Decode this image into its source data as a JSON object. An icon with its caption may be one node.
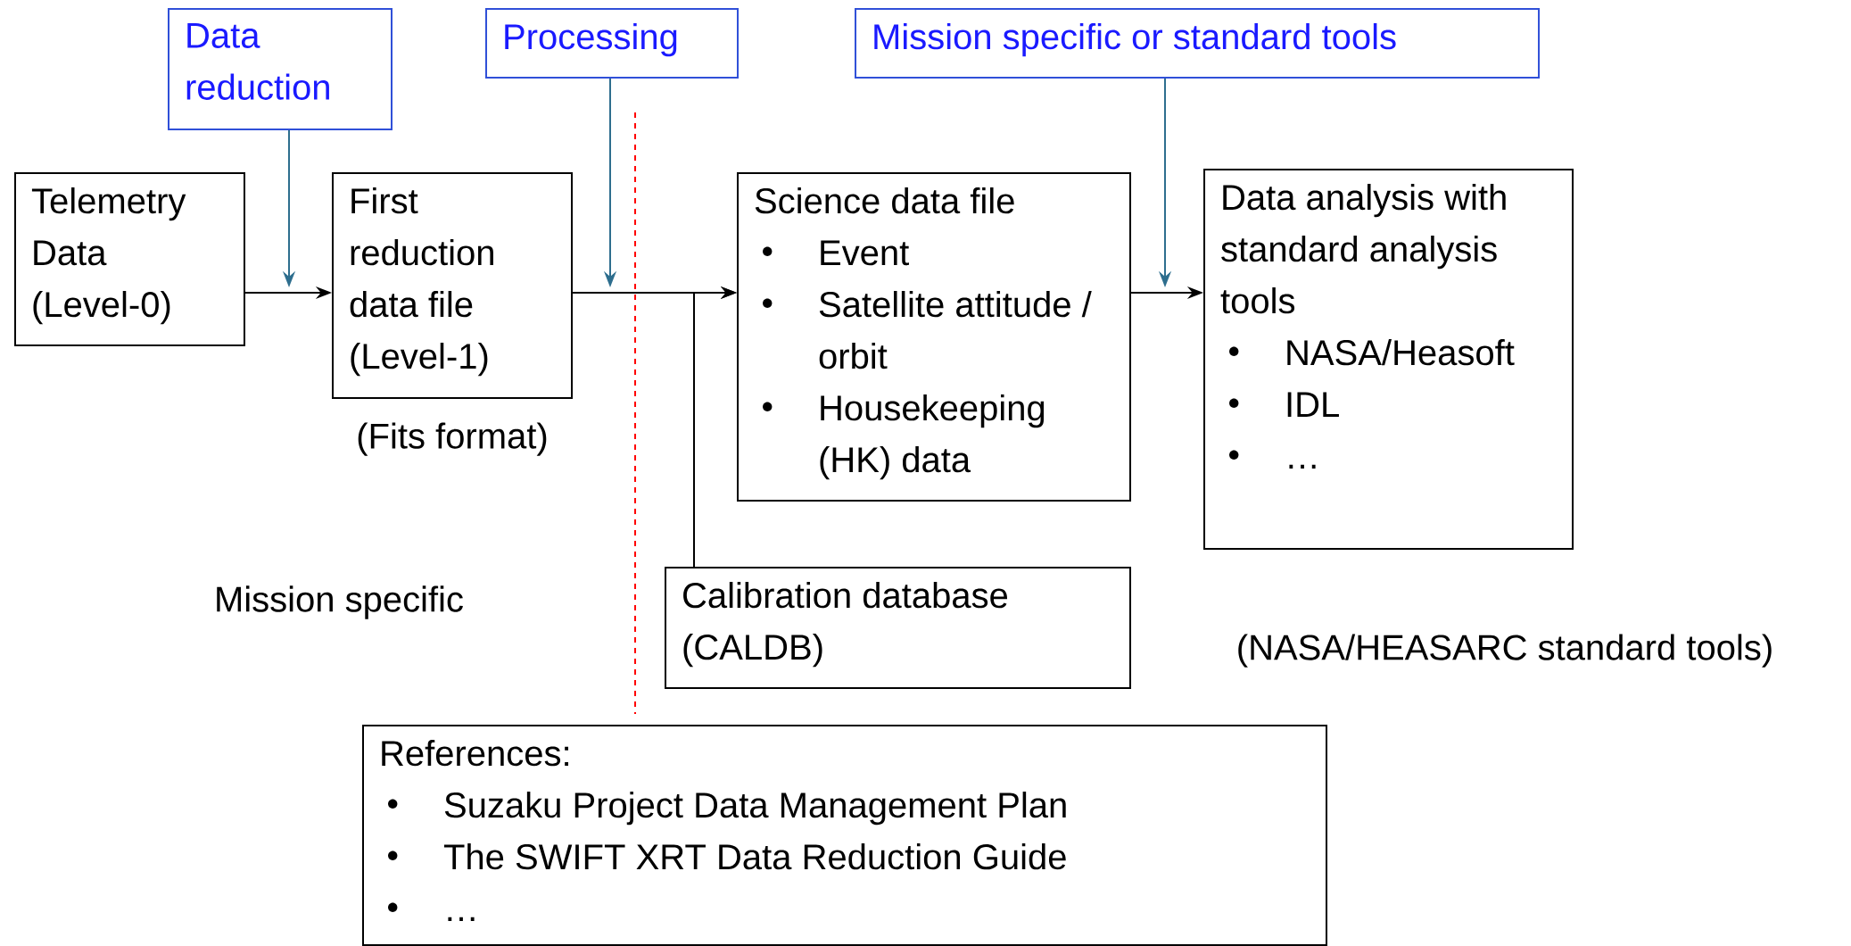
{
  "diagram": {
    "nodes": [
      {
        "text": [
          "Data reduction"
        ]
      },
      {
        "text": [
          "Processing"
        ]
      },
      {
        "text": [
          "Mission specific or standard tools"
        ]
      },
      {
        "text": [
          "Telemetry Data (Level-0)"
        ]
      },
      {
        "text": [
          "First reduction data file (Level-1)"
        ],
        "beside": [
          "(Fits format)"
        ]
      },
      {
        "text": [
          "Science data file",
          "Event",
          "Satellite attitude / orbit",
          "Housekeeping (HK) data"
        ]
      },
      {
        "text": [
          "Data analysis with standard analysis tools",
          "NASA/Heasoft",
          "IDL",
          "…"
        ]
      },
      {
        "text": [
          "Calibration database (CALDB)"
        ]
      },
      {
        "text": [
          "References:",
          "Suzaku Project Data Management Plan",
          "The SWIFT XRT Data Reduction Guide",
          "…"
        ]
      }
    ],
    "edges": [
      {
        "from": 3,
        "to": 4,
        "arrow": "to"
      },
      {
        "from": 4,
        "to": 5,
        "arrow": "to"
      },
      {
        "from": 5,
        "to": 6,
        "arrow": "to"
      },
      {
        "from": 7,
        "to": 5,
        "arrow": "to"
      },
      {
        "from": 0,
        "to": null,
        "arrow": "to",
        "color": "#2e6e8e"
      },
      {
        "from": 1,
        "to": null,
        "arrow": "to",
        "color": "#2e6e8e"
      },
      {
        "from": 2,
        "to": null,
        "arrow": "to",
        "color": "#2e6e8e"
      }
    ],
    "labels": [
      "Mission specific",
      "(NASA/HEASARC standard tools)"
    ]
  }
}
